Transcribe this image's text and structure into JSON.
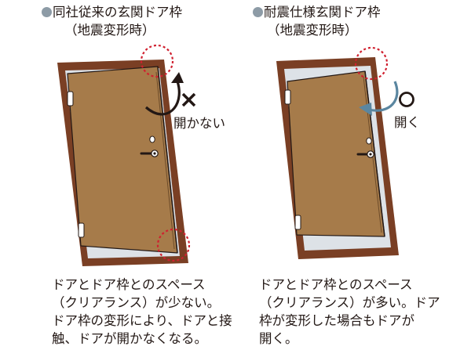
{
  "left_panel": {
    "title": "同社従来の玄関ドア枠",
    "subtitle": "（地震変形時）",
    "status_text": "開かない",
    "status_mark": "×",
    "caption_lines": [
      "ドアとドア枠とのスペース",
      "（クリアランス）が少ない。",
      "ドア枠の変形により、ドアと接",
      "触、ドアが開かなくなる。"
    ]
  },
  "right_panel": {
    "title": "耐震仕様玄関ドア枠",
    "subtitle": "（地震変形時）",
    "status_text": "開く",
    "status_mark": "○",
    "caption_lines": [
      "ドアとドア枠とのスペース",
      "（クリアランス）が多い。ドア",
      "枠が変形した場合もドアが",
      "開く。"
    ]
  },
  "colors": {
    "frame": "#7a3f24",
    "door": "#a67b4a",
    "gap": "#dde2e7",
    "highlight_circle": "#d0202f",
    "arrow_blocked": "#231815",
    "arrow_open": "#5a86a0",
    "bullet": "#8d9ba6"
  }
}
